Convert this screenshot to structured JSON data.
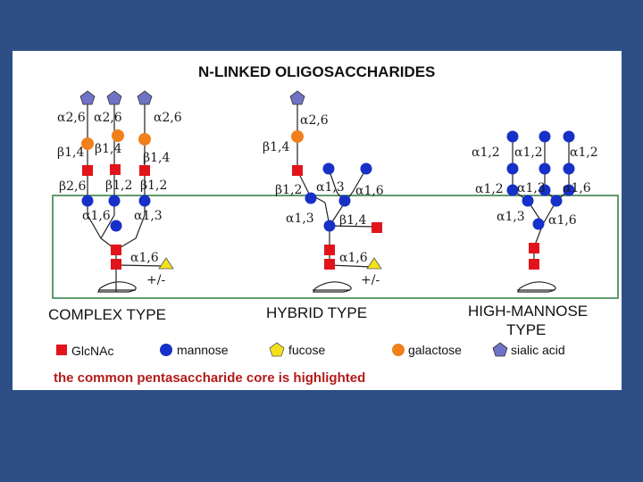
{
  "title": "N-LINKED OLIGOSACCHARIDES",
  "types": {
    "complex": "COMPLEX TYPE",
    "hybrid": "HYBRID TYPE",
    "high_mannose_line1": "HIGH-MANNOSE",
    "high_mannose_line2": "TYPE"
  },
  "complex_labels": {
    "a26_left": "α2,6",
    "a26_mid": "α2,6",
    "a26_right": "α2,6",
    "b14_a": "β1,4",
    "b14_b": "β1,4",
    "b14_c": "β1,4",
    "b26": "β2,6",
    "b12_a": "β1,2",
    "b12_b": "β1,2",
    "a16": "α1,6",
    "a13": "α1,3",
    "a16_fuc": "α1,6",
    "fuc_opt": "+/-"
  },
  "hybrid_labels": {
    "a26": "α2,6",
    "b14_top": "β1,4",
    "b12": "β1,2",
    "a13_upper": "α1,3",
    "a16_upper": "α1,6",
    "a13": "α1,3",
    "b14": "β1,4",
    "a16_fuc": "α1,6",
    "fuc_opt": "+/-"
  },
  "high_mannose_labels": {
    "a12_a": "α1,2",
    "a12_b": "α1,2",
    "a12_c": "α1,2",
    "a12_d": "α1,2",
    "a13_upper": "α1,3",
    "a16_upper": "α1,6",
    "a13": "α1,3",
    "a16": "α1,6"
  },
  "legend": {
    "glcnac": "GlcNAc",
    "mannose": "mannose",
    "fucose": "fucose",
    "galactose": "galactose",
    "sialic_acid": "sialic acid"
  },
  "footer": "the common pentasaccharide core is highlighted",
  "colors": {
    "background": "#2d4f86",
    "glcnac": "#e2141b",
    "mannose": "#1730c8",
    "fucose": "#f5e11a",
    "galactose": "#f07f1c",
    "sialic_acid": "#6f73c6",
    "core_box": "#2d7a3e",
    "footer_text": "#b41a1a"
  }
}
